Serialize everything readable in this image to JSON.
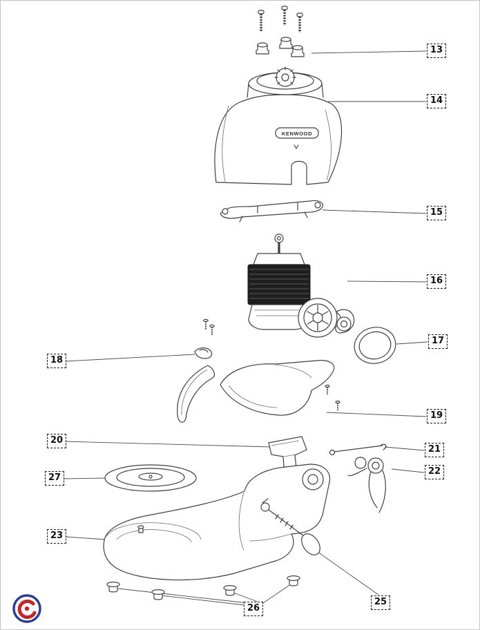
{
  "brand": "KENWOOD",
  "labels": [
    {
      "number": "13"
    },
    {
      "number": "14"
    },
    {
      "number": "15"
    },
    {
      "number": "16"
    },
    {
      "number": "17"
    },
    {
      "number": "18"
    },
    {
      "number": "19"
    },
    {
      "number": "20"
    },
    {
      "number": "21"
    },
    {
      "number": "22"
    },
    {
      "number": "23"
    },
    {
      "number": "25"
    },
    {
      "number": "26"
    },
    {
      "number": "27"
    }
  ],
  "parts": {
    "13": "screw-bushes",
    "14": "motor-top-cover",
    "15": "retaining-bracket",
    "16": "motor-assembly",
    "17": "end-cap",
    "18": "clip-and-strap",
    "19": "lower-housing",
    "20": "chute",
    "21": "link-rod",
    "22": "spring-wire",
    "23": "base-housing",
    "25": "drive-shaft",
    "26": "rubber-feet",
    "27": "turntable-disc"
  },
  "colors": {
    "line": "#3f3f3f",
    "stator_fill": "#1f1f1f",
    "label_border": "#1a1a1a",
    "logo_red": "#c0272d",
    "logo_blue": "#2a3f8f"
  }
}
